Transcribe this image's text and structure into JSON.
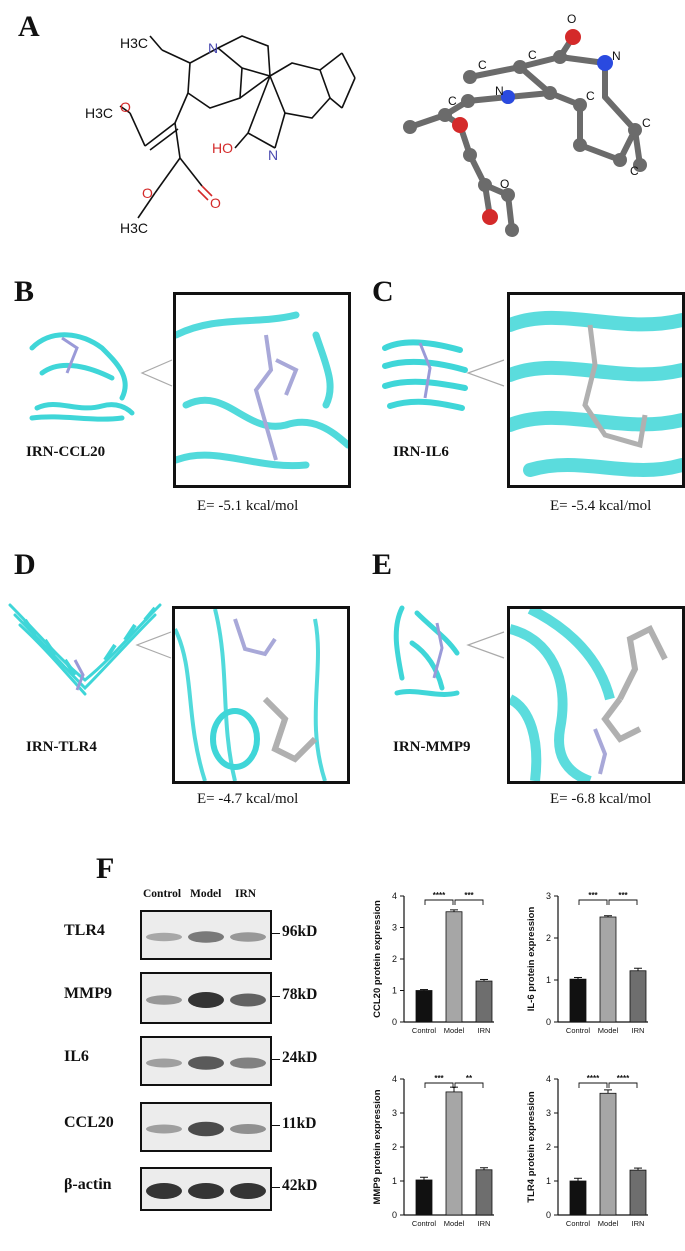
{
  "panels": {
    "A": "A",
    "B": "B",
    "C": "C",
    "D": "D",
    "E": "E",
    "F": "F"
  },
  "structure": {
    "ethyl": "H3C",
    "methoxy": "H3C",
    "ester_methyl": "H3C",
    "ester_o": "O",
    "ring_n": "N",
    "hydroxyl": "HO",
    "indole_n": "N",
    "ball_o_top": "O",
    "ball_n": "N",
    "ball_n_ring": "N",
    "ball_o_left": "O",
    "ball_o_bottom": "O",
    "ball_c": "C"
  },
  "docking": [
    {
      "id": "B",
      "name": "IRN-CCL20",
      "energy": "E= -5.1 kcal/mol"
    },
    {
      "id": "C",
      "name": "IRN-IL6",
      "energy": "E= -5.4 kcal/mol"
    },
    {
      "id": "D",
      "name": "IRN-TLR4",
      "energy": "E= -4.7 kcal/mol"
    },
    {
      "id": "E",
      "name": "IRN-MMP9",
      "energy": "E= -6.8 kcal/mol"
    }
  ],
  "western_blot": {
    "lanes": [
      "Control",
      "Model",
      "IRN"
    ],
    "rows": [
      {
        "protein": "TLR4",
        "kd": "96kD"
      },
      {
        "protein": "MMP9",
        "kd": "78kD"
      },
      {
        "protein": "IL6",
        "kd": "24kD"
      },
      {
        "protein": "CCL20",
        "kd": "11kD"
      },
      {
        "protein": "β-actin",
        "kd": "42kD"
      }
    ]
  },
  "colors": {
    "control": "#111111",
    "model": "#a6a6a6",
    "irn": "#6e6e6e",
    "protein_cyan": "#3fd6d8",
    "ligand": "#9a9ad8"
  },
  "chart_data": [
    {
      "type": "bar",
      "categories": [
        "Control",
        "Model",
        "IRN"
      ],
      "values": [
        1.0,
        3.5,
        1.3
      ],
      "errors": [
        0.03,
        0.06,
        0.05
      ],
      "ylabel": "CCL20 protein expression",
      "ylim": [
        0,
        4
      ],
      "yticks": [
        "0",
        "1",
        "2",
        "3",
        "4"
      ],
      "significance": [
        {
          "from": 0,
          "to": 1,
          "label": "****"
        },
        {
          "from": 1,
          "to": 2,
          "label": "***"
        }
      ]
    },
    {
      "type": "bar",
      "categories": [
        "Control",
        "Model",
        "IRN"
      ],
      "values": [
        1.02,
        2.5,
        1.22
      ],
      "errors": [
        0.04,
        0.03,
        0.06
      ],
      "ylabel": "IL-6 protein expression",
      "ylim": [
        0,
        3
      ],
      "yticks": [
        "0",
        "1",
        "2",
        "3"
      ],
      "significance": [
        {
          "from": 0,
          "to": 1,
          "label": "***"
        },
        {
          "from": 1,
          "to": 2,
          "label": "***"
        }
      ]
    },
    {
      "type": "bar",
      "categories": [
        "Control",
        "Model",
        "IRN"
      ],
      "values": [
        1.03,
        3.62,
        1.33
      ],
      "errors": [
        0.08,
        0.14,
        0.06
      ],
      "ylabel": "MMP9 protein expression",
      "ylim": [
        0,
        4
      ],
      "yticks": [
        "0",
        "1",
        "2",
        "3",
        "4"
      ],
      "significance": [
        {
          "from": 0,
          "to": 1,
          "label": "***"
        },
        {
          "from": 1,
          "to": 2,
          "label": "**"
        }
      ]
    },
    {
      "type": "bar",
      "categories": [
        "Control",
        "Model",
        "IRN"
      ],
      "values": [
        1.0,
        3.58,
        1.32
      ],
      "errors": [
        0.08,
        0.1,
        0.06
      ],
      "ylabel": "TLR4 protein expression",
      "ylim": [
        0,
        4
      ],
      "yticks": [
        "0",
        "1",
        "2",
        "3",
        "4"
      ],
      "significance": [
        {
          "from": 0,
          "to": 1,
          "label": "****"
        },
        {
          "from": 1,
          "to": 2,
          "label": "****"
        }
      ]
    }
  ]
}
